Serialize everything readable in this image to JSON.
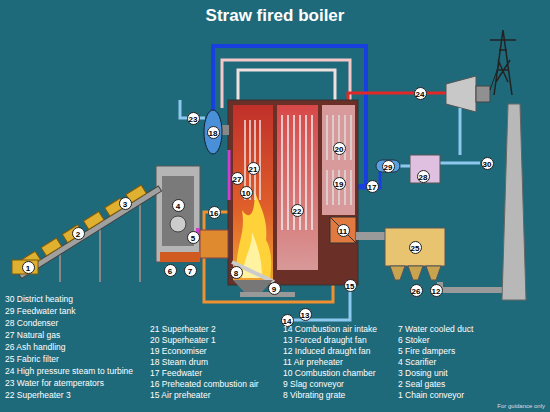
{
  "diagram": {
    "title": "Straw fired boiler",
    "labels": [
      "1",
      "2",
      "3",
      "4",
      "5",
      "6",
      "7",
      "8",
      "9",
      "10",
      "11",
      "12",
      "13",
      "14",
      "15",
      "16",
      "17",
      "18",
      "19",
      "20",
      "21",
      "22",
      "23",
      "24",
      "25",
      "26",
      "27",
      "28",
      "29",
      "30",
      "30 District heating",
      "29 Feedwater tank",
      "28 Condenser",
      "27 Natural gas",
      "26 Ash handling",
      "25 Fabric filter",
      "24 High pressure steam to turbine",
      "23 Water for atemperators",
      "22 Superheater 3",
      "21 Superheater 2",
      "20 Superheater 1",
      "19 Economiser",
      "18 Steam drum",
      "17 Feedwater",
      "16 Preheated combustion air",
      "15 Air preheater",
      "14 Combustion air intake",
      "13 Forced draught fan",
      "12 Induced draught fan",
      "11 Air preheater",
      "10 Combustion chamber",
      "9 Slag conveyor",
      "8 Vibrating grate",
      "7 Water cooled duct",
      "6 Stoker",
      "5 Fire dampers",
      "4 Scarifier",
      "3 Dosing unit",
      "2 Seal gates",
      "1 Chain conveyor",
      "For guidance only"
    ]
  }
}
